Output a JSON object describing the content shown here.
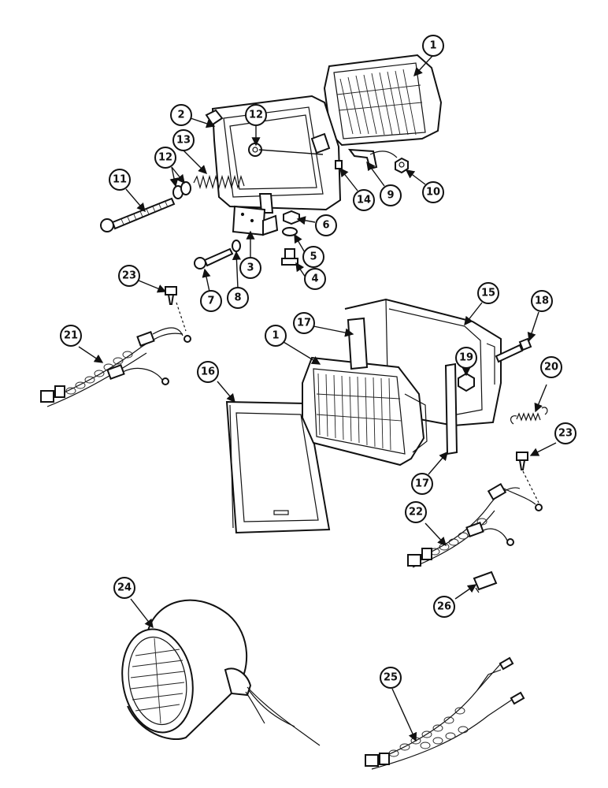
{
  "diagram": {
    "callouts": [
      "1",
      "2",
      "12",
      "13",
      "12",
      "11",
      "14",
      "9",
      "10",
      "6",
      "5",
      "4",
      "3",
      "8",
      "7",
      "23",
      "21",
      "16",
      "17",
      "1",
      "15",
      "18",
      "19",
      "20",
      "17",
      "23",
      "22",
      "26",
      "24",
      "25"
    ]
  },
  "colors": {
    "line": "#111111",
    "background": "#ffffff"
  }
}
